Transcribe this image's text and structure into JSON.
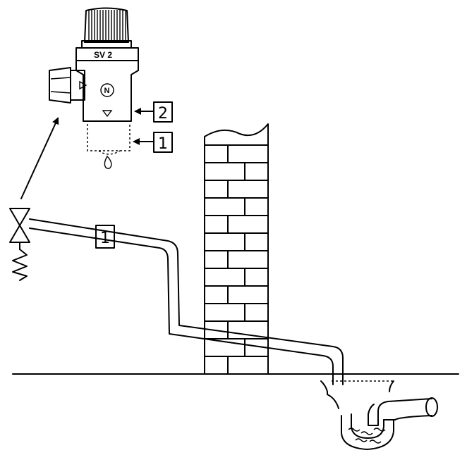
{
  "valve": {
    "model_label": "SV 2",
    "logo_letter": "N"
  },
  "callouts": [
    {
      "id": "callout-2-valve-body",
      "label": "2"
    },
    {
      "id": "callout-1-drain-funnel",
      "label": "1"
    },
    {
      "id": "callout-1-drain-pipe",
      "label": "1"
    }
  ],
  "colors": {
    "line": "#000000",
    "background": "#ffffff",
    "brick_fill": "#ffffff"
  }
}
